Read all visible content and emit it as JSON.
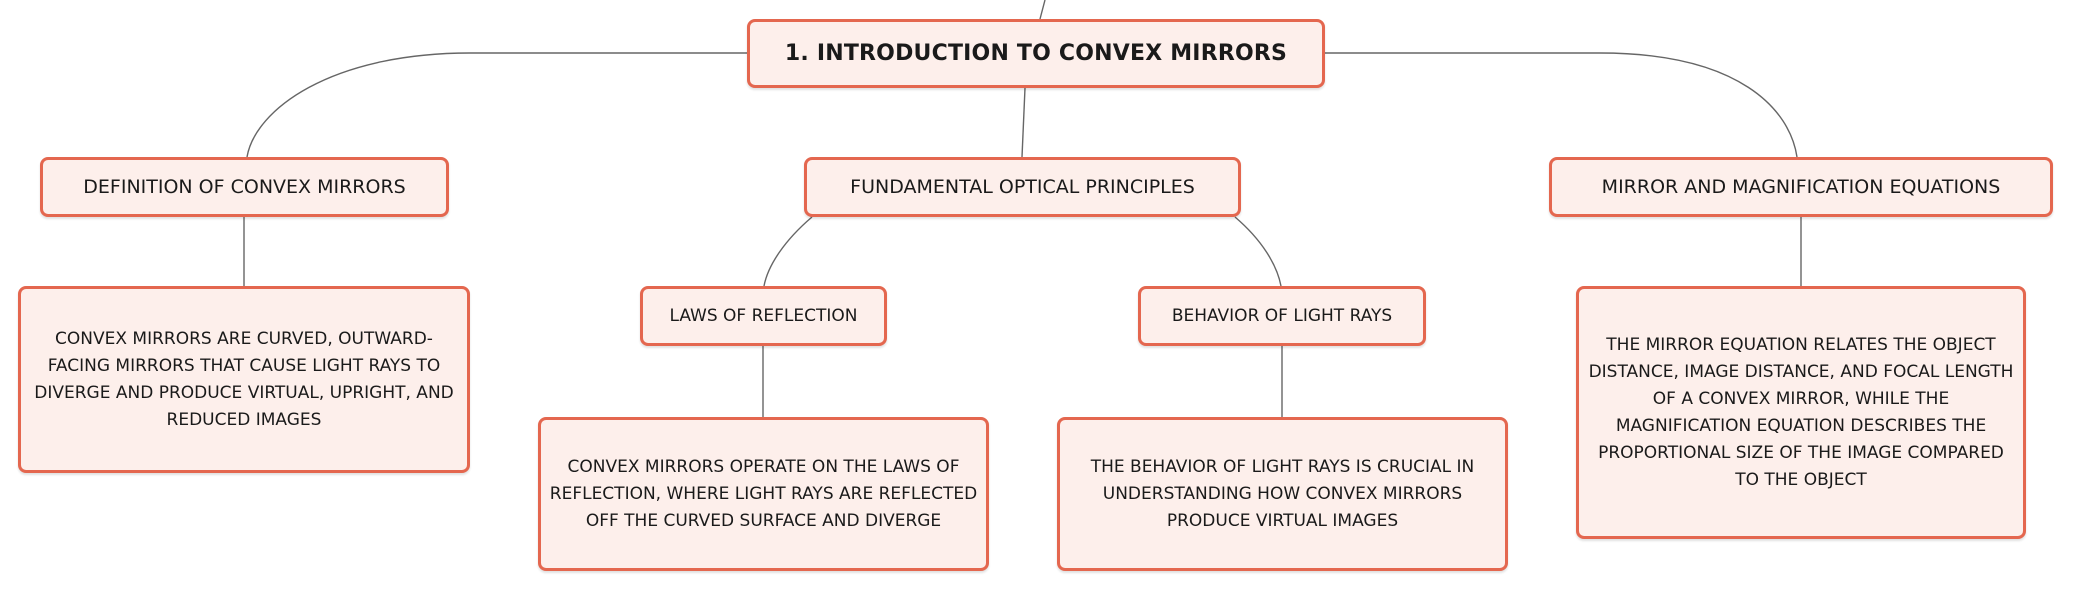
{
  "diagram": {
    "root": {
      "label": "1. INTRODUCTION TO CONVEX MIRRORS"
    },
    "branches": [
      {
        "label": "DEFINITION OF CONVEX MIRRORS",
        "detail": "CONVEX MIRRORS ARE CURVED, OUTWARD-FACING MIRRORS THAT CAUSE LIGHT RAYS TO DIVERGE AND PRODUCE VIRTUAL, UPRIGHT, AND REDUCED IMAGES"
      },
      {
        "label": "FUNDAMENTAL OPTICAL PRINCIPLES",
        "children": [
          {
            "label": "LAWS OF REFLECTION",
            "detail": "CONVEX MIRRORS OPERATE ON THE LAWS OF REFLECTION, WHERE LIGHT RAYS ARE REFLECTED OFF THE CURVED SURFACE AND DIVERGE"
          },
          {
            "label": "BEHAVIOR OF LIGHT RAYS",
            "detail": "THE BEHAVIOR OF LIGHT RAYS IS CRUCIAL IN UNDERSTANDING HOW CONVEX MIRRORS PRODUCE VIRTUAL IMAGES"
          }
        ]
      },
      {
        "label": "MIRROR AND MAGNIFICATION EQUATIONS",
        "detail": "THE MIRROR EQUATION RELATES THE OBJECT DISTANCE, IMAGE DISTANCE, AND FOCAL LENGTH OF A CONVEX MIRROR, WHILE THE MAGNIFICATION EQUATION DESCRIBES THE PROPORTIONAL SIZE OF THE IMAGE COMPARED TO THE OBJECT"
      }
    ],
    "colors": {
      "node_border": "#e4674f",
      "node_fill": "#fdefeb",
      "connector": "#666666",
      "text": "#1a1a1a"
    }
  }
}
